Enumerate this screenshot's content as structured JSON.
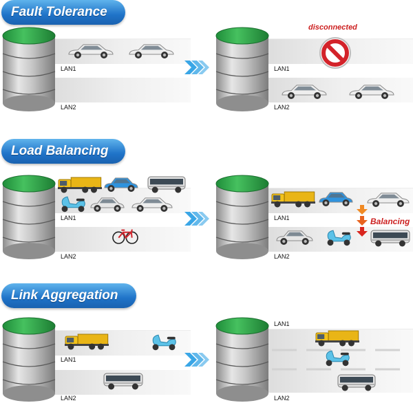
{
  "sections": [
    {
      "title": "Fault Tolerance"
    },
    {
      "title": "Load Balancing"
    },
    {
      "title": "Link Aggregation"
    }
  ],
  "labels": {
    "lan1": "LAN1",
    "lan2": "LAN2"
  },
  "annotations": {
    "disconnected": "disconnected",
    "balancing": "Balancing"
  },
  "icons": [
    "server-stack-icon",
    "forward-arrow-icon",
    "no-entry-icon",
    "down-arrow-icon",
    "car-icon",
    "truck-icon",
    "bus-icon",
    "scooter-icon",
    "bicycle-icon",
    "van-icon",
    "hatchback-icon"
  ],
  "colors": {
    "pill_top": "#5fb3ec",
    "pill_bottom": "#1a62b0",
    "server_green": "#2fa84a",
    "arrow_blue": "#3aa6e6",
    "alert_red": "#cc1f1f",
    "arrow_orange": "#e97a1c"
  }
}
